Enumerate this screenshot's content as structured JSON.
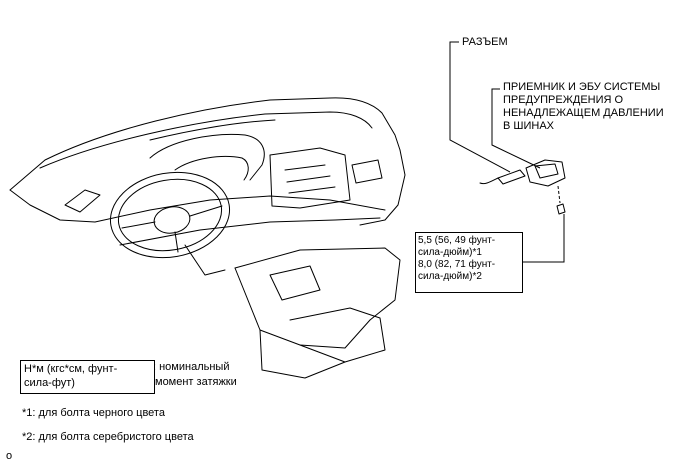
{
  "labels": {
    "connector": "РАЗЪЕМ",
    "receiver_lines": [
      "ПРИЕМНИК И ЭБУ СИСТЕМЫ",
      "ПРЕДУПРЕЖДЕНИЯ О",
      "НЕНАДЛЕЖАЩЕМ ДАВЛЕНИИ",
      "В ШИНАХ"
    ]
  },
  "torque_spec": {
    "lines": [
      "5,5 (56, 49 фунт-",
      "сила-дюйм)*1",
      "8,0 (82, 71 фунт-",
      "сила-дюйм)*2"
    ]
  },
  "legend": {
    "unit_lines": [
      "Н*м (кгс*см, фунт-",
      "сила-фут)"
    ],
    "description_lines": [
      ": номинальный",
      "момент затяжки"
    ]
  },
  "notes": [
    "*1: для болта черного цвета",
    "*2: для болта серебристого цвета"
  ],
  "corner_mark": "o"
}
